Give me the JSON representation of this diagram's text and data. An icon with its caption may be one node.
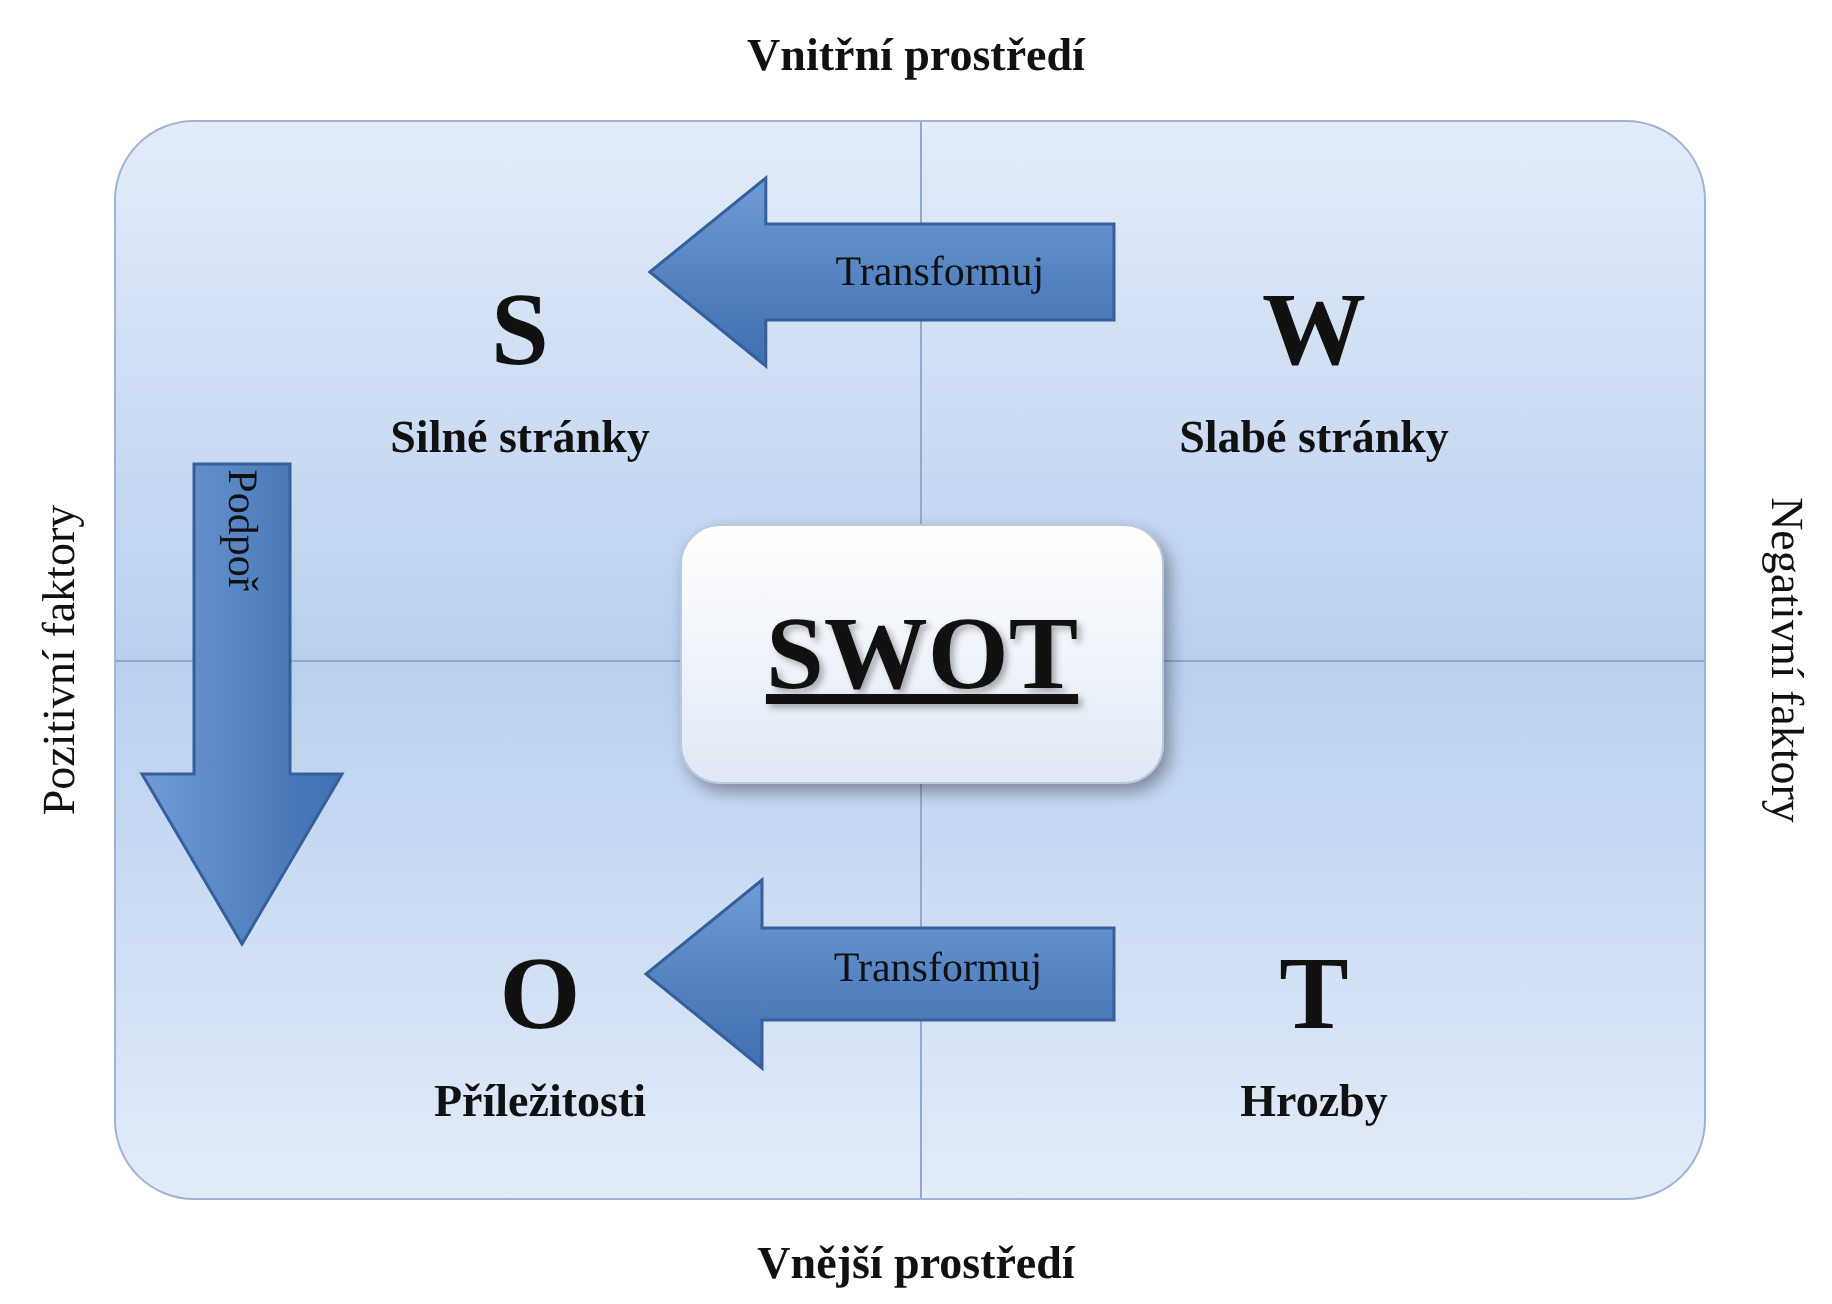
{
  "diagram": {
    "nodes": [
      {
        "text": [
          "S",
          "Silné stránky"
        ]
      },
      {
        "text": [
          "W",
          "Slabé stránky"
        ]
      },
      {
        "text": [
          "O",
          "Příležitosti"
        ]
      },
      {
        "text": [
          "T",
          "Hrozby"
        ]
      },
      {
        "text": [
          "SWOT"
        ]
      }
    ],
    "edges": [
      {
        "from": 1,
        "to": 0,
        "arrow": "to",
        "label": "Transformuj"
      },
      {
        "from": 0,
        "to": 2,
        "arrow": "to",
        "label": "Podpoř"
      },
      {
        "from": 3,
        "to": 2,
        "arrow": "to",
        "label": "Transformuj"
      }
    ],
    "labels": [
      "Vnitřní prostředí",
      "Pozitivní faktory",
      "Negativní faktory",
      "Vnější prostředí"
    ]
  }
}
